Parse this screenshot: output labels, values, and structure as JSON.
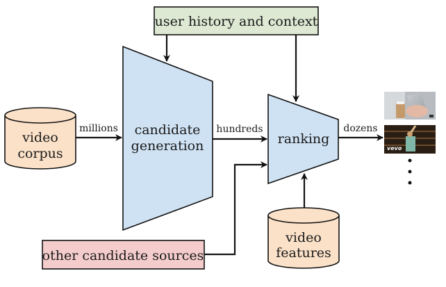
{
  "diagram": {
    "nodes": {
      "user_history": {
        "label": "user history and context",
        "fill": "#dde9d3"
      },
      "video_corpus": {
        "line1": "video",
        "line2": "corpus",
        "fill": "#fbe1c8"
      },
      "candidate_generation": {
        "line1": "candidate",
        "line2": "generation",
        "fill": "#cfe2f3"
      },
      "ranking": {
        "label": "ranking",
        "fill": "#cfe2f3"
      },
      "other_sources": {
        "label": "other candidate sources",
        "fill": "#f4cccc"
      },
      "video_features": {
        "line1": "video",
        "line2": "features",
        "fill": "#fbe1c8"
      }
    },
    "edges": {
      "corpus_to_generation": "millions",
      "generation_to_ranking": "hundreds",
      "ranking_to_output": "dozens"
    },
    "outputs": {
      "thumbnails": [
        "phone-in-hand-thumbnail",
        "vevo-music-video-thumbnail"
      ],
      "vevo_badge": "vevo",
      "ellipsis": "more results"
    }
  }
}
